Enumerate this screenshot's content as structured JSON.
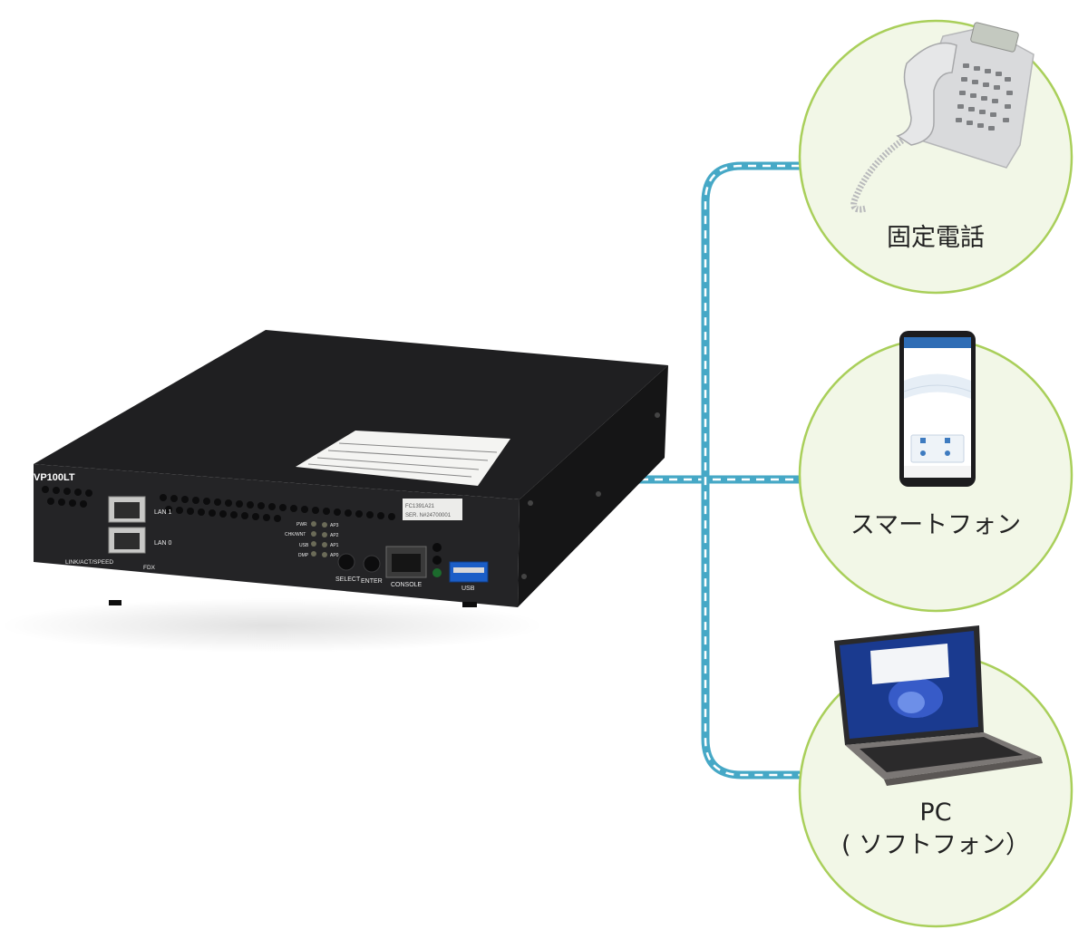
{
  "appliance": {
    "model": "VP100LT",
    "port_labels": {
      "lan1": "LAN 1",
      "lan0": "LAN 0",
      "link_act_speed": "LINK/ACT/SPEED",
      "fdx": "FDX",
      "select": "SELECT",
      "enter": "ENTER",
      "console": "CONSOLE",
      "usb": "USB"
    },
    "led_labels_left": [
      "PWR",
      "CHK/WNT",
      "USB",
      "DMP"
    ],
    "led_labels_right": [
      "AP3",
      "AP2",
      "AP1",
      "AP0"
    ],
    "serial_label": {
      "line1": "FC1391A21",
      "line2": "SER. N#24700001"
    }
  },
  "endpoints": [
    {
      "id": "desk-phone",
      "label_lines": [
        "固定電話"
      ]
    },
    {
      "id": "smartphone",
      "label_lines": [
        "スマートフォン"
      ]
    },
    {
      "id": "pc-softphone",
      "label_lines": [
        "PC",
        "( ソフトフォン）"
      ]
    }
  ],
  "colors": {
    "circle_border": "#a9cf5a",
    "circle_fill": "#f2f7e7",
    "connector_line": "#46a8c6",
    "device_body": "#1d1d1f"
  }
}
